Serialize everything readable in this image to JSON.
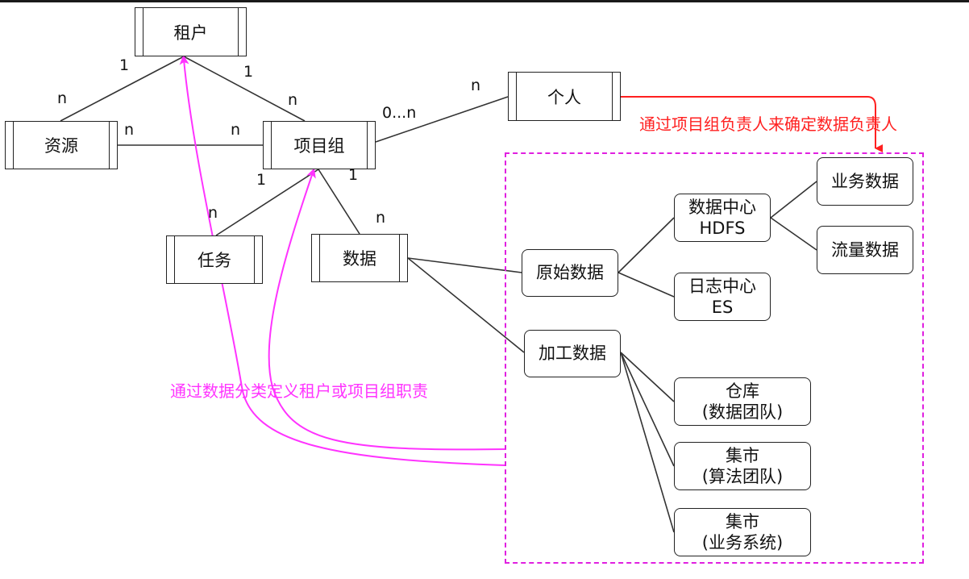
{
  "entities": {
    "tenant": "租户",
    "resource": "资源",
    "project_group": "项目组",
    "person": "个人",
    "task": "任务",
    "data": "数据"
  },
  "nodes": {
    "raw_data": "原始数据",
    "processed_data": "加工数据",
    "data_center_line1": "数据中心",
    "data_center_line2": "HDFS",
    "log_center_line1": "日志中心",
    "log_center_line2": "ES",
    "business_data": "业务数据",
    "stream_data": "流量数据",
    "warehouse_line1": "仓库",
    "warehouse_line2": "(数据团队)",
    "market_algo_line1": "集市",
    "market_algo_line2": "(算法团队)",
    "market_biz_line1": "集市",
    "market_biz_line2": "(业务系统)"
  },
  "cardinality": {
    "tenant_resource_1": "1",
    "tenant_resource_n": "n",
    "tenant_group_1": "1",
    "tenant_group_n": "n",
    "resource_group_n1": "n",
    "resource_group_n2": "n",
    "group_person_range": "0...n",
    "group_person_n": "n",
    "group_task_1": "1",
    "group_task_n": "n",
    "group_data_1": "1",
    "group_data_n": "n"
  },
  "notes": {
    "red_note": "通过项目组负责人来确定数据负责人",
    "magenta_note": "通过数据分类定义租户或项目组职责"
  },
  "colors": {
    "red_note": "#ff2020",
    "magenta": "#ff33ff",
    "dashed_border": "#e020e0",
    "line": "#333333"
  }
}
